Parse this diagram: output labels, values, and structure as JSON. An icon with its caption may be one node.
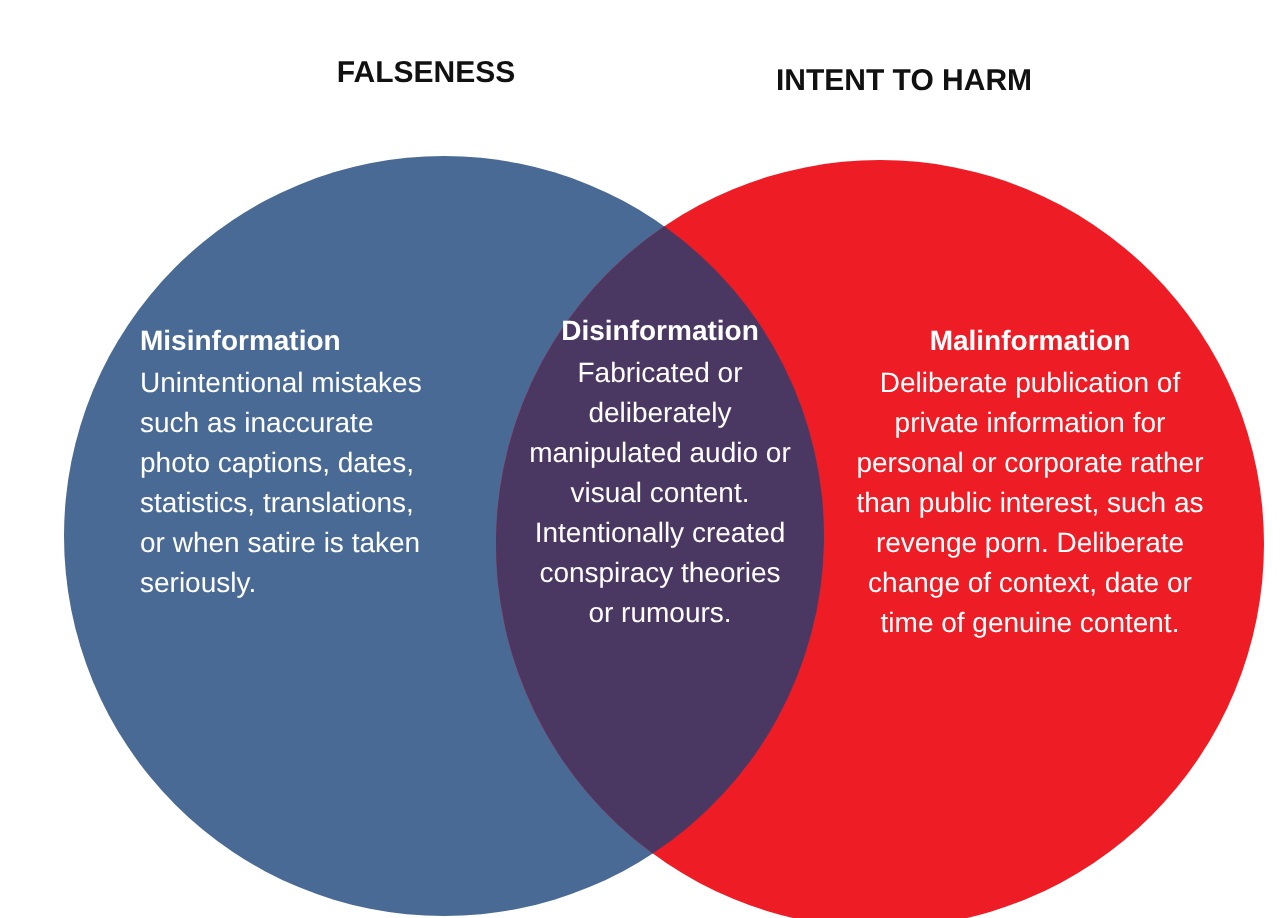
{
  "diagram": {
    "nodes": [
      {
        "text": [
          "FALSENESS",
          "Misinformation",
          "Unintentional mistakes such as inaccurate photo captions, dates, statistics, translations, or when satire is taken seriously."
        ]
      },
      {
        "text": [
          "INTENT TO HARM",
          "Malinformation",
          "Deliberate publication of private information for personal or corporate rather than public interest, such as revenge porn. Deliberate change of context, date or time of genuine content."
        ]
      },
      {
        "text": [
          "Disinformation",
          "Fabricated or deliberately manipulated audio or visual content. Intentionally created conspiracy theories or rumours."
        ]
      }
    ],
    "edges": []
  }
}
